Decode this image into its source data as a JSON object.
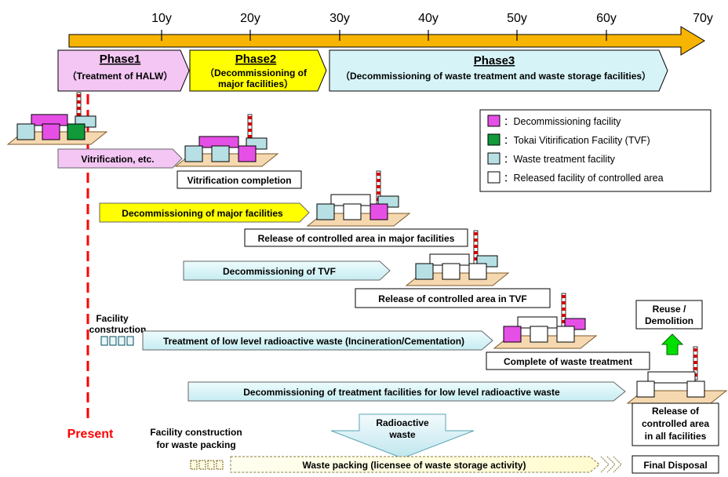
{
  "timeline": {
    "ticks": [
      "10y",
      "20y",
      "30y",
      "40y",
      "50y",
      "60y",
      "70y"
    ]
  },
  "phases": [
    {
      "title": "Phase1",
      "subtitle": "（Treatment of HALW）",
      "color": "#f3c6f3"
    },
    {
      "title": "Phase2",
      "subtitle_line1": "（Decommissioning of",
      "subtitle_line2": "major facilities）",
      "color": "#ffff00"
    },
    {
      "title": "Phase3",
      "subtitle": "（Decommissioning of waste treatment and waste storage facilities）",
      "color": "#d6f4f8"
    }
  ],
  "legend": {
    "items": [
      {
        "color": "#e64fe6",
        "label": "：Decommissioning facility"
      },
      {
        "color": "#109a3a",
        "label": "：Tokai Vitirification Facility (TVF)"
      },
      {
        "color": "#b7e0e4",
        "label": "：Waste treatment facility"
      },
      {
        "color": "#ffffff",
        "label": "：Released facility of controlled area"
      }
    ]
  },
  "activities": {
    "vitrification": "Vitrification, etc.",
    "decom_major": "Decommissioning of major facilities",
    "decom_tvf": "Decommissioning of TVF",
    "treatment_llw": "Treatment of low level radioactive waste (Incineration/Cementation)",
    "decom_treatment": "Decommissioning of treatment facilities for low level radioactive waste",
    "waste_packing": "Waste packing (licensee of waste storage activity)"
  },
  "milestones": {
    "vitrification_completion": "Vitrification completion",
    "release_major": "Release of controlled area in major facilities",
    "release_tvf": "Release of controlled area in TVF",
    "complete_treatment": "Complete of waste treatment",
    "release_all_l1": "Release of",
    "release_all_l2": "controlled area",
    "release_all_l3": "in all facilities",
    "reuse_l1": "Reuse /",
    "reuse_l2": "Demolition",
    "final_disposal": "Final Disposal"
  },
  "labels": {
    "present": "Present",
    "facility_construction_l1": "Facility",
    "facility_construction_l2": "construction",
    "fc_packing_l1": "Facility construction",
    "fc_packing_l2": "for waste packing",
    "radioactive_l1": "Radioactive",
    "radioactive_l2": "waste"
  },
  "colors": {
    "timeline_arrow": "#f7b400",
    "present_line": "#ff0000",
    "activity_cyan": "#d6f4f8",
    "activity_yellow": "#ffff00",
    "activity_pink": "#f3c6f3",
    "green_arrow": "#00e000"
  }
}
